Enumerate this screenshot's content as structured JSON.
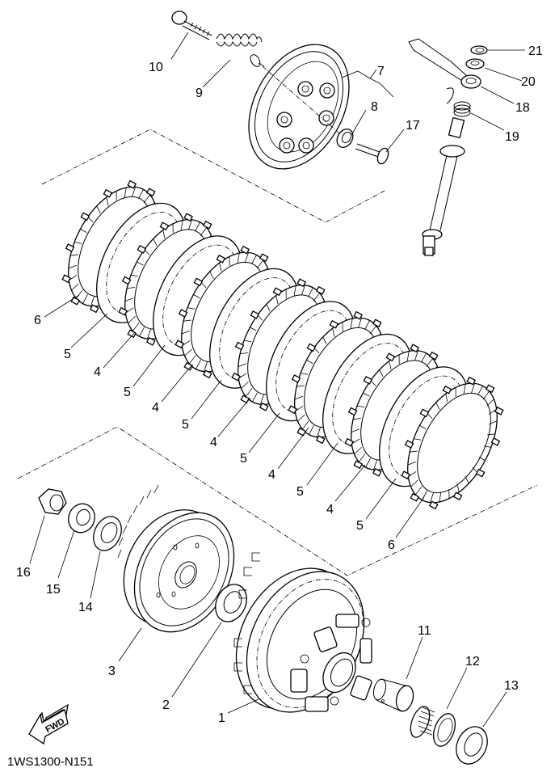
{
  "diagram": {
    "title": "Clutch exploded parts diagram",
    "drawing_code": "1WS1300-N151",
    "fwd_label": "FWD",
    "callouts": [
      {
        "part": "10",
        "name": "bolt"
      },
      {
        "part": "9",
        "name": "spring"
      },
      {
        "part": "7",
        "name": "pressure-plate-assembly"
      },
      {
        "part": "8",
        "name": "bearing"
      },
      {
        "part": "17",
        "name": "push-rod"
      },
      {
        "part": "21",
        "name": "circlip"
      },
      {
        "part": "20",
        "name": "washer"
      },
      {
        "part": "18",
        "name": "push-lever"
      },
      {
        "part": "19",
        "name": "torsion-spring"
      },
      {
        "part": "6",
        "name": "friction-plate-top"
      },
      {
        "part": "5",
        "name": "clutch-plate-1"
      },
      {
        "part": "4",
        "name": "friction-plate-1"
      },
      {
        "part": "5",
        "name": "clutch-plate-2"
      },
      {
        "part": "4",
        "name": "friction-plate-2"
      },
      {
        "part": "5",
        "name": "clutch-plate-3"
      },
      {
        "part": "4",
        "name": "friction-plate-3"
      },
      {
        "part": "5",
        "name": "clutch-plate-4"
      },
      {
        "part": "4",
        "name": "friction-plate-4"
      },
      {
        "part": "5",
        "name": "clutch-plate-5"
      },
      {
        "part": "4",
        "name": "friction-plate-5"
      },
      {
        "part": "5",
        "name": "clutch-plate-6"
      },
      {
        "part": "6",
        "name": "friction-plate-bottom"
      },
      {
        "part": "16",
        "name": "nut"
      },
      {
        "part": "15",
        "name": "lock-washer"
      },
      {
        "part": "14",
        "name": "washer"
      },
      {
        "part": "3",
        "name": "clutch-boss"
      },
      {
        "part": "2",
        "name": "thrust-washer"
      },
      {
        "part": "1",
        "name": "primary-driven-gear"
      },
      {
        "part": "11",
        "name": "collar"
      },
      {
        "part": "12",
        "name": "needle-bearing"
      },
      {
        "part": "13",
        "name": "thrust-washer"
      }
    ]
  }
}
